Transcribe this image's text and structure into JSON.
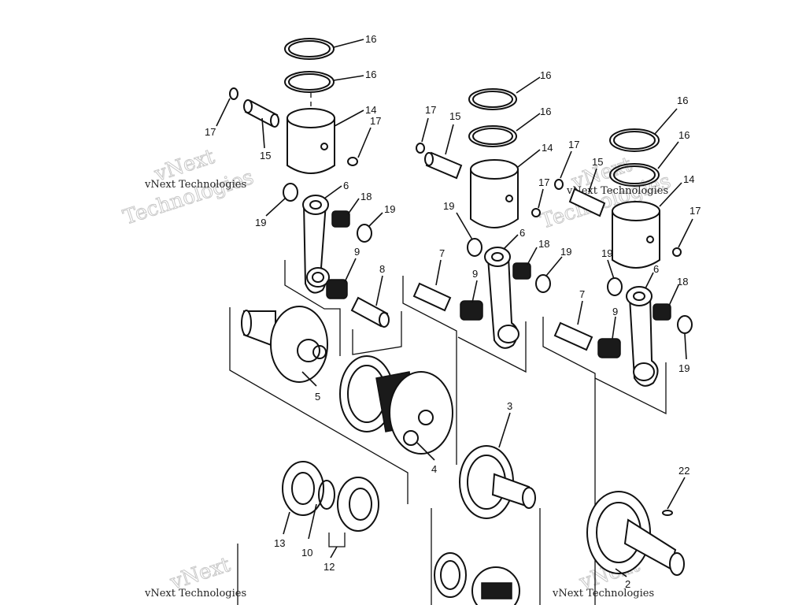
{
  "watermark": {
    "company": "vNext Technologies",
    "word_a": "vNext",
    "word_b": "Technologies"
  },
  "callouts": {
    "c16a": "16",
    "c16b": "16",
    "c17a": "17",
    "c17b": "17",
    "c14a": "14",
    "c15a": "15",
    "c6a": "6",
    "c18a": "18",
    "c19a": "19",
    "c19b": "19",
    "c9a": "9",
    "c8": "8",
    "c5": "5",
    "c16c": "16",
    "c16d": "16",
    "c17c": "17",
    "c17d": "17",
    "c15b": "15",
    "c14b": "14",
    "c19c": "19",
    "c19d": "19",
    "c7a": "7",
    "c6b": "6",
    "c18b": "18",
    "c9b": "9",
    "c16e": "16",
    "c16f": "16",
    "c17e": "17",
    "c17f": "17",
    "c15c": "15",
    "c14c": "14",
    "c19e": "19",
    "c6c": "6",
    "c18c": "18",
    "c7b": "7",
    "c9c": "9",
    "c19f": "19",
    "c3": "3",
    "c4": "4",
    "c22": "22",
    "c13": "13",
    "c10": "10",
    "c12": "12",
    "c2": "2"
  }
}
